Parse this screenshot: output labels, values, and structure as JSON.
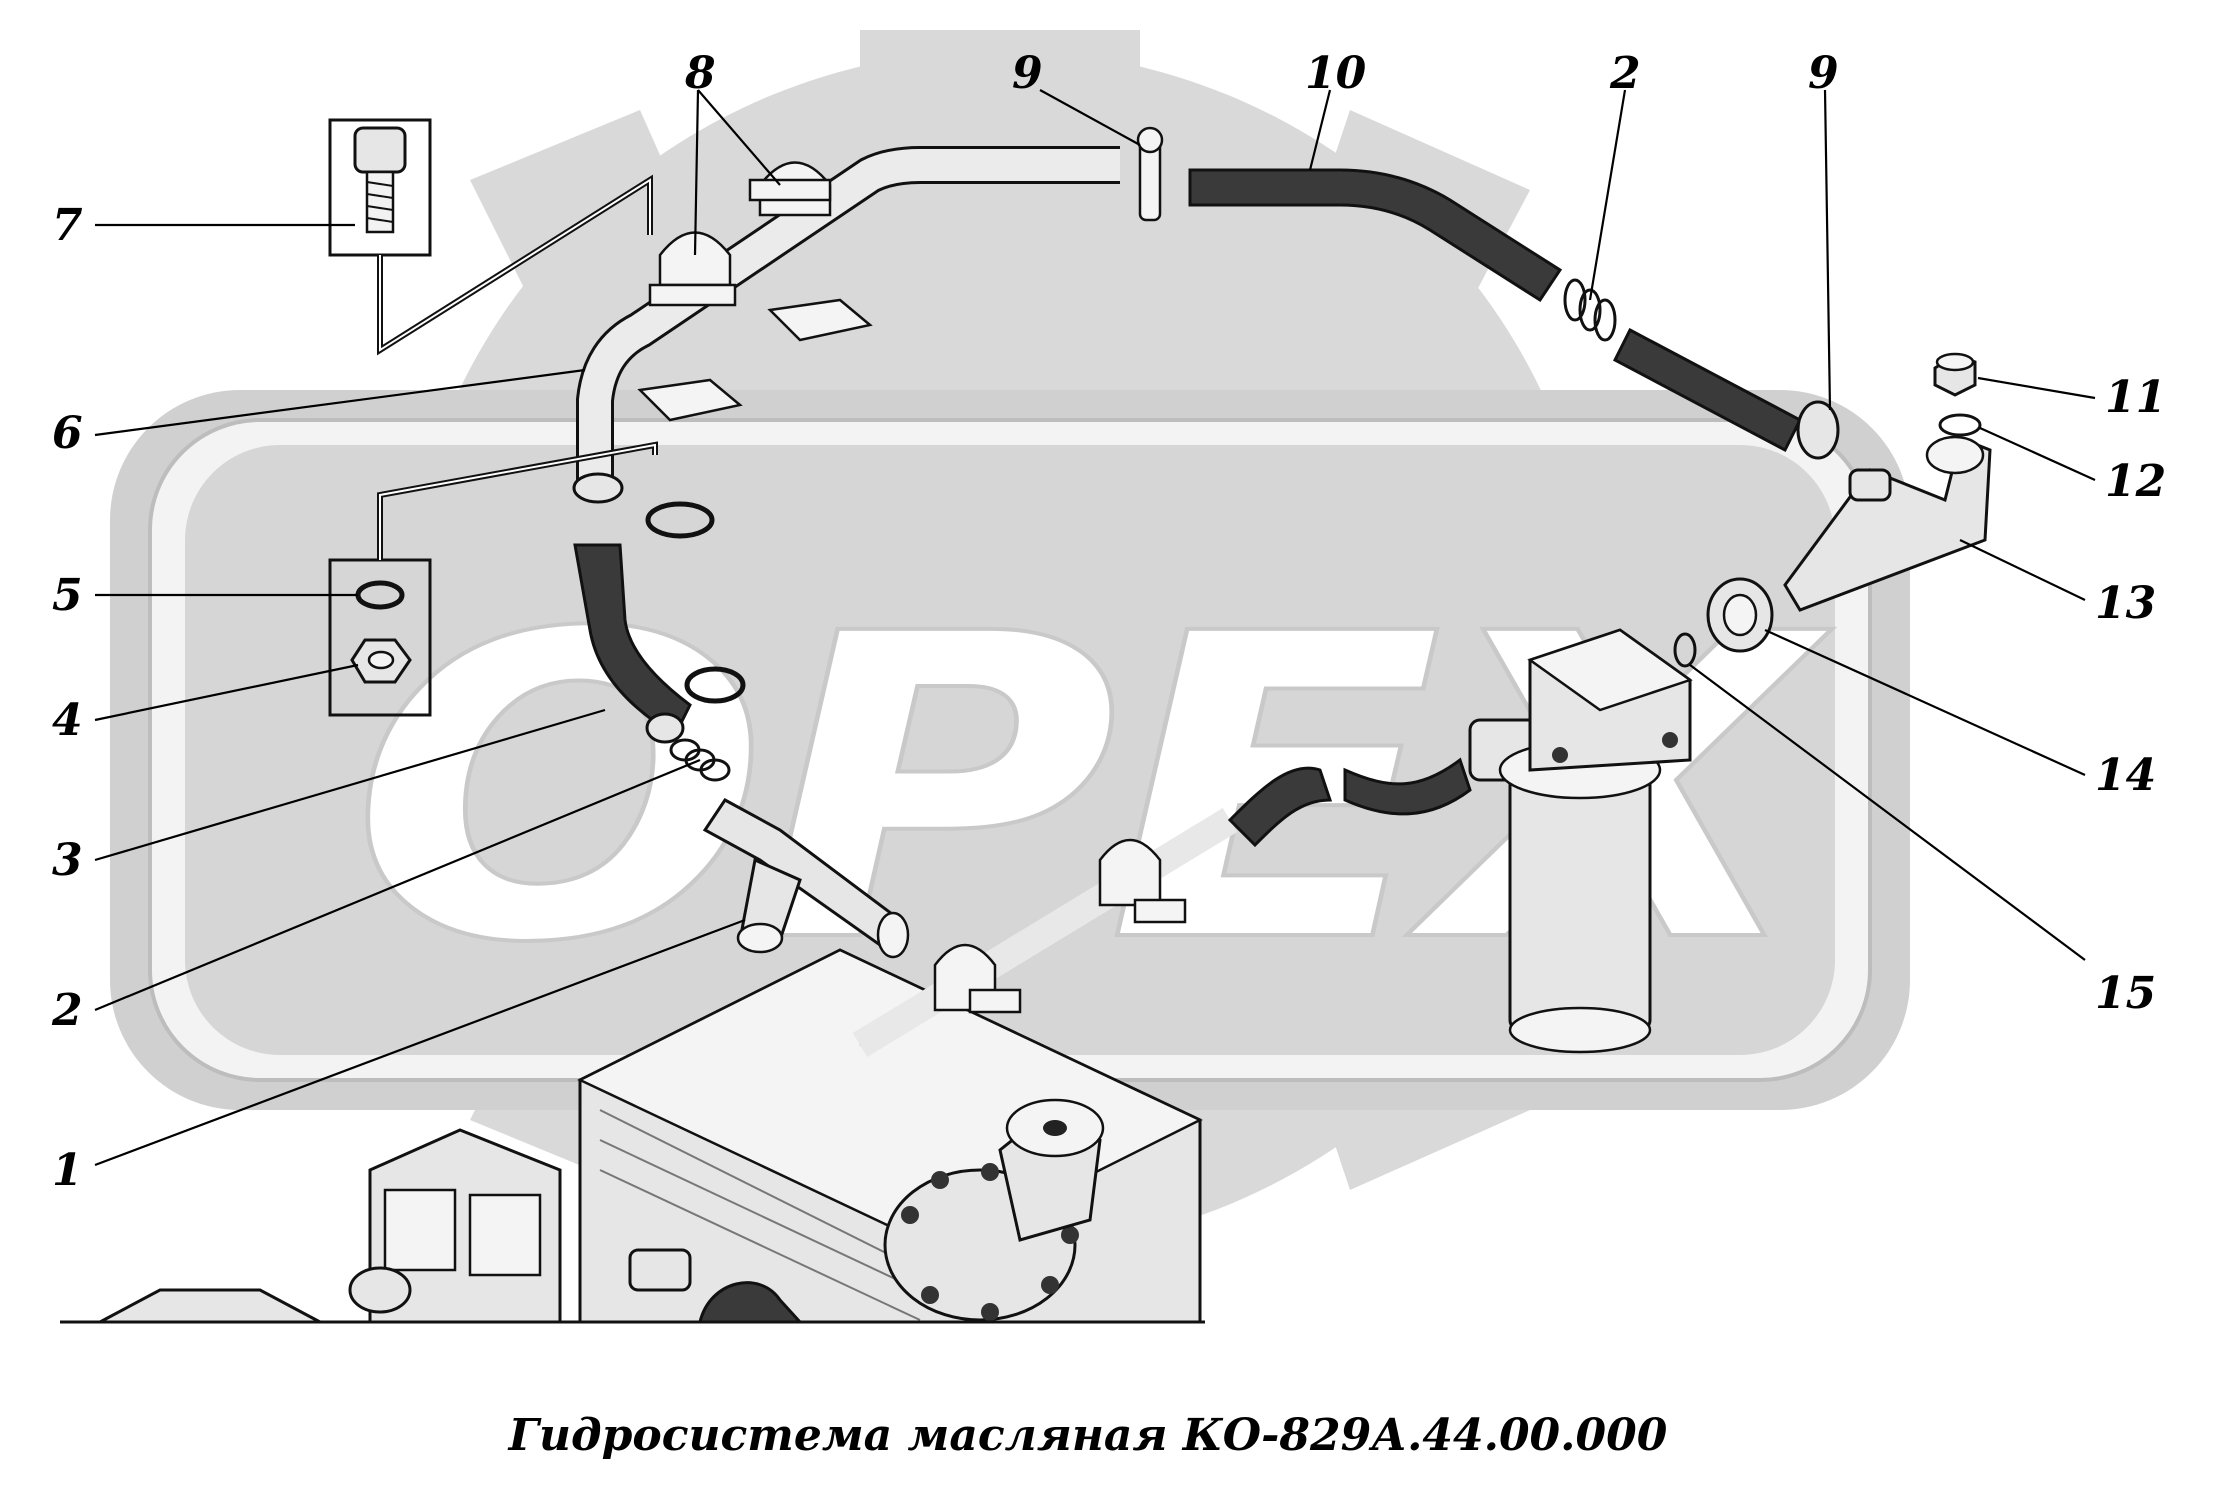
{
  "caption": "Гидросистема масляная КО-829А.44.00.000",
  "watermark": {
    "text": "OPEX",
    "color": "#c9c9c9",
    "fill": "#d6d6d6"
  },
  "callouts": [
    {
      "id": "c7",
      "label": "7"
    },
    {
      "id": "c8",
      "label": "8"
    },
    {
      "id": "c9a",
      "label": "9"
    },
    {
      "id": "c10",
      "label": "10"
    },
    {
      "id": "c2a",
      "label": "2"
    },
    {
      "id": "c9b",
      "label": "9"
    },
    {
      "id": "c6",
      "label": "6"
    },
    {
      "id": "c11",
      "label": "11"
    },
    {
      "id": "c12",
      "label": "12"
    },
    {
      "id": "c13",
      "label": "13"
    },
    {
      "id": "c5",
      "label": "5"
    },
    {
      "id": "c4",
      "label": "4"
    },
    {
      "id": "c14",
      "label": "14"
    },
    {
      "id": "c3",
      "label": "3"
    },
    {
      "id": "c2b",
      "label": "2"
    },
    {
      "id": "c15",
      "label": "15"
    },
    {
      "id": "c1",
      "label": "1"
    }
  ]
}
